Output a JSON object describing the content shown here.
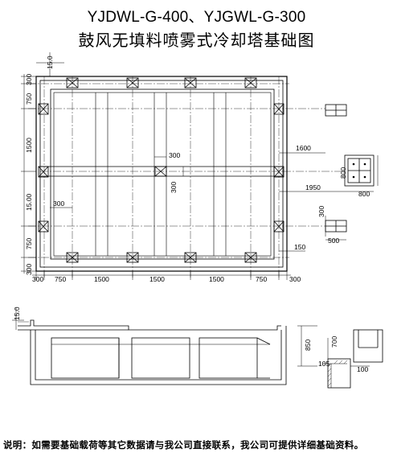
{
  "title_model": "YJDWL-G-400、YJGWL-G-300",
  "title_name": "鼓风无填料喷雾式冷却塔基础图",
  "note": "说明：如需要基础载荷等其它数据请与我公司直接联系，我公司可提供详细基础资料。",
  "dims": {
    "d150": "150",
    "d300": "300",
    "d750": "750",
    "d1500": "1500",
    "d1600": "1600",
    "d1950": "1950",
    "d800": "800",
    "d500": "500",
    "d850": "850",
    "d700": "700",
    "d105": "105",
    "d100": "100",
    "d1500mm": "15.00",
    "d150b": "15.0"
  }
}
